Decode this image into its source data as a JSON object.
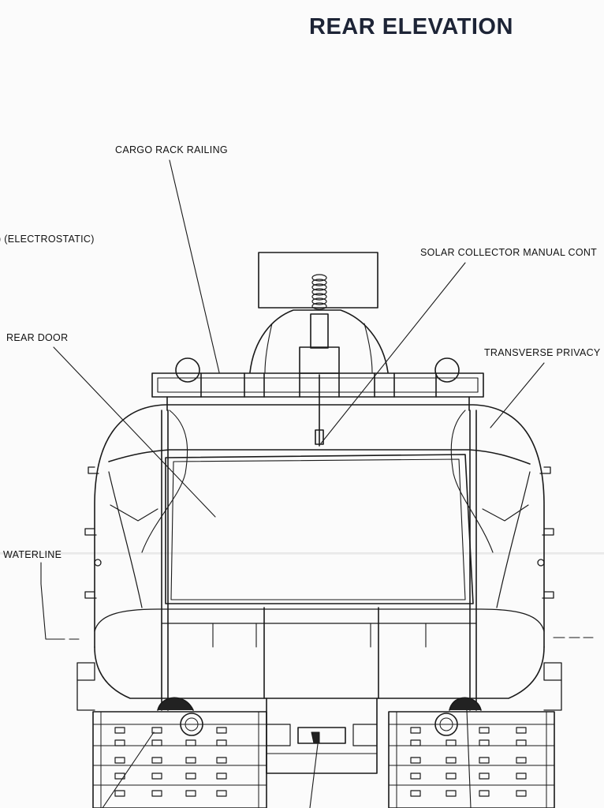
{
  "page": {
    "title": "REAR ELEVATION"
  },
  "callouts": {
    "cargo_rack_railing": "CARGO RACK RAILING",
    "electrostatic": ") (ELECTROSTATIC)",
    "solar_collector": "SOLAR COLLECTOR MANUAL CONT",
    "rear_door": "REAR DOOR",
    "transverse_privacy": "TRANSVERSE PRIVACY",
    "waterline": "WATERLINE"
  }
}
